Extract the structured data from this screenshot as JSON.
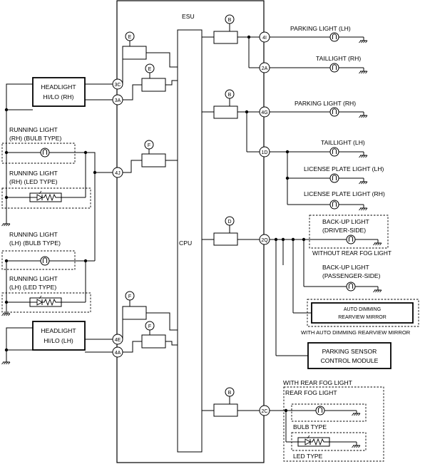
{
  "esu": {
    "label": "ESU",
    "cpu": "CPU"
  },
  "pins": {
    "p4I": "4I",
    "p2A": "2A",
    "p4G": "4G",
    "p1D": "1D",
    "p2Q": "2Q",
    "p2C": "2C",
    "p3C": "3C",
    "p3A": "3A",
    "p4J": "4J",
    "p4E": "4E",
    "p4A": "4A"
  },
  "drivers": {
    "B": "B",
    "D": "D",
    "E": "E",
    "F": "F"
  },
  "left": {
    "headlight_rh": [
      "HEADLIGHT",
      "HI/LO (RH)"
    ],
    "running_rh_bulb": [
      "RUNNING LIGHT",
      "(RH) (BULB TYPE)"
    ],
    "running_rh_led": [
      "RUNNING LIGHT",
      "(RH) (LED TYPE)"
    ],
    "running_lh_bulb": [
      "RUNNING LIGHT",
      "(LH) (BULB TYPE)"
    ],
    "running_lh_led": [
      "RUNNING LIGHT",
      "(LH) (LED TYPE)"
    ],
    "headlight_lh": [
      "HEADLIGHT",
      "HI/LO (LH)"
    ]
  },
  "right": {
    "parking_lh": "PARKING LIGHT (LH)",
    "taillight_rh": "TAILLIGHT (RH)",
    "parking_rh": "PARKING LIGHT (RH)",
    "taillight_lh": "TAILLIGHT (LH)",
    "license_lh": "LICENSE PLATE LIGHT (LH)",
    "license_rh": "LICENSE PLATE LIGHT (RH)",
    "backup_driver": [
      "BACK-UP LIGHT",
      "(DRIVER-SIDE)"
    ],
    "without_fog": "WITHOUT REAR FOG LIGHT",
    "backup_passenger": [
      "BACK-UP LIGHT",
      "(PASSENGER-SIDE)"
    ],
    "auto_dimming": [
      "AUTO DIMMING",
      "REARVIEW MIRROR"
    ],
    "with_auto_dimming": "WITH AUTO DIMMING REARVIEW MIRROR",
    "parking_sensor": [
      "PARKING SENSOR",
      "CONTROL MODULE"
    ],
    "with_rear_fog": "WITH REAR FOG LIGHT",
    "rear_fog": "REAR FOG LIGHT",
    "bulb_type": "BULB TYPE",
    "led_type": "LED TYPE"
  },
  "icons": [
    "lamp-icon",
    "led-icon",
    "ground-icon",
    "driver-box-icon",
    "junction-dot-icon"
  ]
}
